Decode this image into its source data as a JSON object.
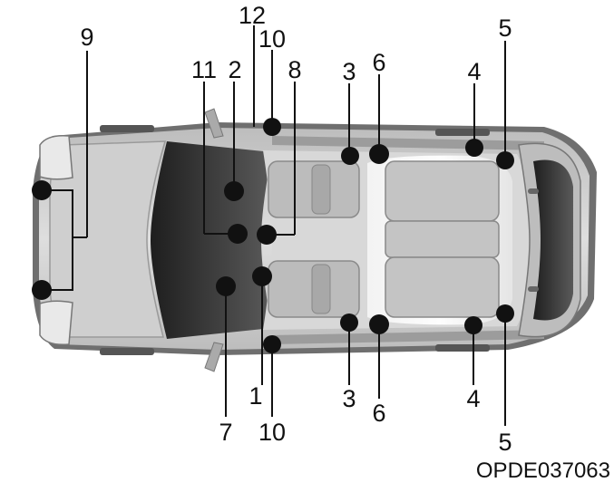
{
  "diagram": {
    "labels": {
      "n1": "1",
      "n2": "2",
      "n3": "3",
      "n4": "4",
      "n5": "5",
      "n6": "6",
      "n7": "7",
      "n8": "8",
      "n9": "9",
      "n10": "10",
      "n11": "11",
      "n12": "12"
    },
    "figure_code": "OPDE037063"
  },
  "colors": {
    "body": "#c9c9c9",
    "body_dark": "#8e8e8e",
    "glass": "#3a3a3a",
    "marker": "#111111"
  }
}
